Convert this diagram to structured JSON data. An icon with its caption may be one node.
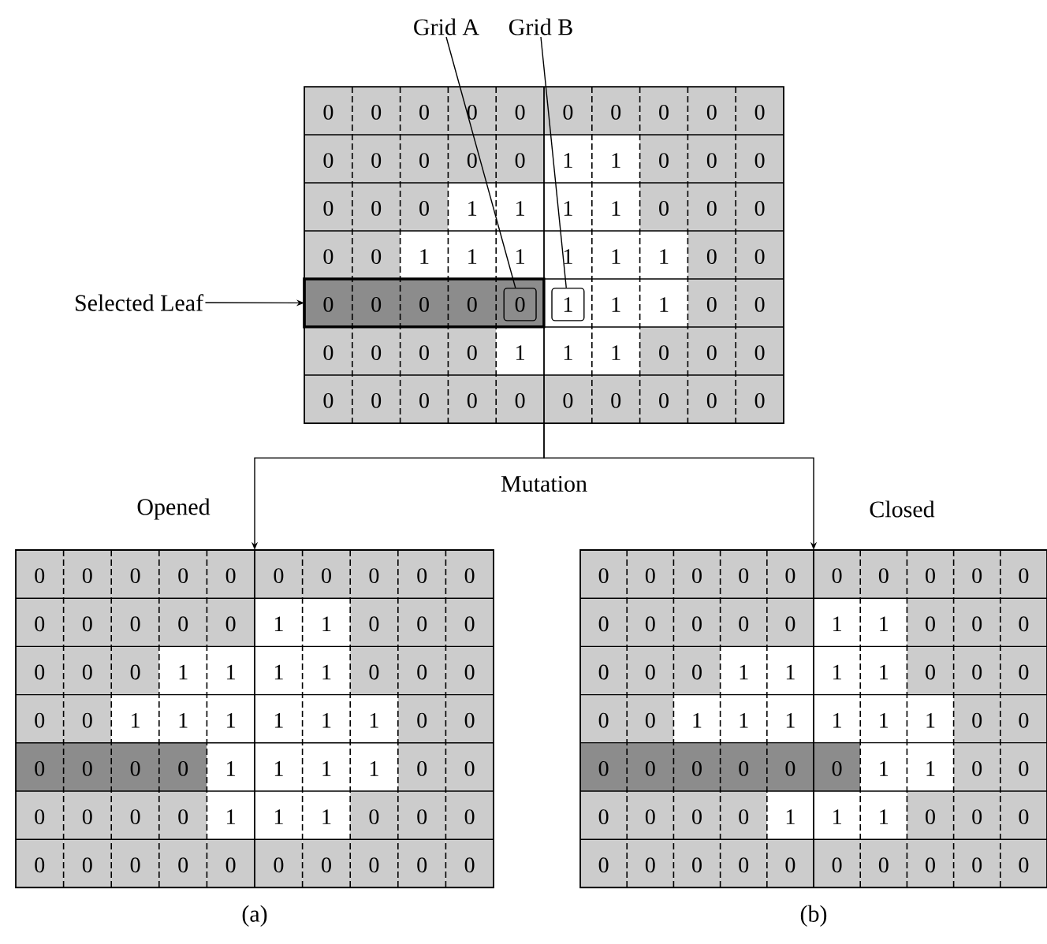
{
  "diagram": {
    "nodes": [
      {
        "text": [
          "Grid A"
        ]
      },
      {
        "text": [
          "Grid B"
        ]
      },
      {
        "text": [
          "Selected Leaf"
        ]
      },
      {
        "text": [],
        "shape": "box"
      },
      {
        "text": [
          "0"
        ],
        "in": 3
      },
      {
        "text": [
          "0"
        ],
        "in": 3
      },
      {
        "text": [
          "0"
        ],
        "in": 3
      },
      {
        "text": [
          "0"
        ],
        "in": 3
      },
      {
        "text": [
          "0"
        ],
        "in": 3
      },
      {
        "text": [
          "0"
        ],
        "in": 3
      },
      {
        "text": [
          "0"
        ],
        "in": 3
      },
      {
        "text": [
          "0"
        ],
        "in": 3
      },
      {
        "text": [
          "0"
        ],
        "in": 3
      },
      {
        "text": [
          "0"
        ],
        "in": 3
      },
      {
        "text": [
          "0"
        ],
        "in": 3
      },
      {
        "text": [
          "0"
        ],
        "in": 3
      },
      {
        "text": [
          "0"
        ],
        "in": 3
      },
      {
        "text": [
          "0"
        ],
        "in": 3
      },
      {
        "text": [
          "0"
        ],
        "in": 3
      },
      {
        "text": [
          "1"
        ],
        "in": 3
      },
      {
        "text": [
          "1"
        ],
        "in": 3
      },
      {
        "text": [
          "0"
        ],
        "in": 3
      },
      {
        "text": [
          "0"
        ],
        "in": 3
      },
      {
        "text": [
          "0"
        ],
        "in": 3
      },
      {
        "text": [
          "0"
        ],
        "in": 3
      },
      {
        "text": [
          "0"
        ],
        "in": 3
      },
      {
        "text": [
          "0"
        ],
        "in": 3
      },
      {
        "text": [
          "1"
        ],
        "in": 3
      },
      {
        "text": [
          "1"
        ],
        "in": 3
      },
      {
        "text": [
          "1"
        ],
        "in": 3
      },
      {
        "text": [
          "1"
        ],
        "in": 3
      },
      {
        "text": [
          "0"
        ],
        "in": 3
      },
      {
        "text": [
          "0"
        ],
        "in": 3
      },
      {
        "text": [
          "0"
        ],
        "in": 3
      },
      {
        "text": [
          "0"
        ],
        "in": 3
      },
      {
        "text": [
          "0"
        ],
        "in": 3
      },
      {
        "text": [
          "1"
        ],
        "in": 3
      },
      {
        "text": [
          "1"
        ],
        "in": 3
      },
      {
        "text": [
          "1"
        ],
        "in": 3
      },
      {
        "text": [
          "1"
        ],
        "in": 3
      },
      {
        "text": [
          "1"
        ],
        "in": 3
      },
      {
        "text": [
          "1"
        ],
        "in": 3
      },
      {
        "text": [
          "0"
        ],
        "in": 3
      },
      {
        "text": [
          "0"
        ],
        "in": 3
      },
      {
        "text": [],
        "shape": "box",
        "in": 3
      },
      {
        "text": [
          "0"
        ],
        "in": 44
      },
      {
        "text": [
          "0"
        ],
        "in": 44
      },
      {
        "text": [
          "0"
        ],
        "in": 44
      },
      {
        "text": [
          "0"
        ],
        "in": 44
      },
      {
        "text": [
          "0"
        ],
        "in": 44
      },
      {
        "text": [
          "1"
        ],
        "in": 3
      },
      {
        "text": [
          "1"
        ],
        "in": 3
      },
      {
        "text": [
          "1"
        ],
        "in": 3
      },
      {
        "text": [
          "0"
        ],
        "in": 3
      },
      {
        "text": [
          "0"
        ],
        "in": 3
      },
      {
        "text": [
          "0"
        ],
        "in": 3
      },
      {
        "text": [
          "0"
        ],
        "in": 3
      },
      {
        "text": [
          "0"
        ],
        "in": 3
      },
      {
        "text": [
          "0"
        ],
        "in": 3
      },
      {
        "text": [
          "1"
        ],
        "in": 3
      },
      {
        "text": [
          "1"
        ],
        "in": 3
      },
      {
        "text": [
          "1"
        ],
        "in": 3
      },
      {
        "text": [
          "0"
        ],
        "in": 3
      },
      {
        "text": [
          "0"
        ],
        "in": 3
      },
      {
        "text": [
          "0"
        ],
        "in": 3
      },
      {
        "text": [
          "0"
        ],
        "in": 3
      },
      {
        "text": [
          "0"
        ],
        "in": 3
      },
      {
        "text": [
          "0"
        ],
        "in": 3
      },
      {
        "text": [
          "0"
        ],
        "in": 3
      },
      {
        "text": [
          "0"
        ],
        "in": 3
      },
      {
        "text": [
          "0"
        ],
        "in": 3
      },
      {
        "text": [
          "0"
        ],
        "in": 3
      },
      {
        "text": [
          "0"
        ],
        "in": 3
      },
      {
        "text": [
          "0"
        ],
        "in": 3
      },
      {
        "text": [
          "0"
        ],
        "in": 3
      },
      {
        "text": [],
        "shape": "box",
        "beside": [
          "(a)"
        ]
      },
      {
        "text": [
          "0"
        ],
        "in": 75
      },
      {
        "text": [
          "0"
        ],
        "in": 75
      },
      {
        "text": [
          "0"
        ],
        "in": 75
      },
      {
        "text": [
          "0"
        ],
        "in": 75
      },
      {
        "text": [
          "0"
        ],
        "in": 75
      },
      {
        "text": [
          "0"
        ],
        "in": 75
      },
      {
        "text": [
          "0"
        ],
        "in": 75
      },
      {
        "text": [
          "0"
        ],
        "in": 75
      },
      {
        "text": [
          "0"
        ],
        "in": 75
      },
      {
        "text": [
          "0"
        ],
        "in": 75
      },
      {
        "text": [
          "0"
        ],
        "in": 75
      },
      {
        "text": [
          "0"
        ],
        "in": 75
      },
      {
        "text": [
          "0"
        ],
        "in": 75
      },
      {
        "text": [
          "0"
        ],
        "in": 75
      },
      {
        "text": [
          "0"
        ],
        "in": 75
      },
      {
        "text": [
          "1"
        ],
        "in": 75
      },
      {
        "text": [
          "1"
        ],
        "in": 75
      },
      {
        "text": [
          "0"
        ],
        "in": 75
      },
      {
        "text": [
          "0"
        ],
        "in": 75
      },
      {
        "text": [
          "0"
        ],
        "in": 75
      },
      {
        "text": [
          "0"
        ],
        "in": 75
      },
      {
        "text": [
          "0"
        ],
        "in": 75
      },
      {
        "text": [
          "0"
        ],
        "in": 75
      },
      {
        "text": [
          "1"
        ],
        "in": 75
      },
      {
        "text": [
          "1"
        ],
        "in": 75
      },
      {
        "text": [
          "1"
        ],
        "in": 75
      },
      {
        "text": [
          "1"
        ],
        "in": 75
      },
      {
        "text": [
          "0"
        ],
        "in": 75
      },
      {
        "text": [
          "0"
        ],
        "in": 75
      },
      {
        "text": [
          "0"
        ],
        "in": 75
      },
      {
        "text": [
          "0"
        ],
        "in": 75
      },
      {
        "text": [
          "0"
        ],
        "in": 75
      },
      {
        "text": [
          "1"
        ],
        "in": 75
      },
      {
        "text": [
          "1"
        ],
        "in": 75
      },
      {
        "text": [
          "1"
        ],
        "in": 75
      },
      {
        "text": [
          "1"
        ],
        "in": 75
      },
      {
        "text": [
          "1"
        ],
        "in": 75
      },
      {
        "text": [
          "1"
        ],
        "in": 75
      },
      {
        "text": [
          "0"
        ],
        "in": 75
      },
      {
        "text": [
          "0"
        ],
        "in": 75
      },
      {
        "text": [],
        "shape": "box",
        "in": 75
      },
      {
        "text": [
          "0"
        ],
        "in": 116
      },
      {
        "text": [
          "0"
        ],
        "in": 116
      },
      {
        "text": [
          "0"
        ],
        "in": 116
      },
      {
        "text": [
          "0"
        ],
        "in": 116
      },
      {
        "text": [
          "1"
        ],
        "in": 75
      },
      {
        "text": [
          "1"
        ],
        "in": 75
      },
      {
        "text": [
          "1"
        ],
        "in": 75
      },
      {
        "text": [
          "1"
        ],
        "in": 75
      },
      {
        "text": [
          "0"
        ],
        "in": 75
      },
      {
        "text": [
          "0"
        ],
        "in": 75
      },
      {
        "text": [
          "0"
        ],
        "in": 75
      },
      {
        "text": [
          "0"
        ],
        "in": 75
      },
      {
        "text": [
          "0"
        ],
        "in": 75
      },
      {
        "text": [
          "0"
        ],
        "in": 75
      },
      {
        "text": [
          "1"
        ],
        "in": 75
      },
      {
        "text": [
          "1"
        ],
        "in": 75
      },
      {
        "text": [
          "1"
        ],
        "in": 75
      },
      {
        "text": [
          "0"
        ],
        "in": 75
      },
      {
        "text": [
          "0"
        ],
        "in": 75
      },
      {
        "text": [
          "0"
        ],
        "in": 75
      },
      {
        "text": [
          "0"
        ],
        "in": 75
      },
      {
        "text": [
          "0"
        ],
        "in": 75
      },
      {
        "text": [
          "0"
        ],
        "in": 75
      },
      {
        "text": [
          "0"
        ],
        "in": 75
      },
      {
        "text": [
          "0"
        ],
        "in": 75
      },
      {
        "text": [
          "0"
        ],
        "in": 75
      },
      {
        "text": [
          "0"
        ],
        "in": 75
      },
      {
        "text": [
          "0"
        ],
        "in": 75
      },
      {
        "text": [
          "0"
        ],
        "in": 75
      },
      {
        "text": [
          "0"
        ],
        "in": 75
      },
      {
        "text": [],
        "shape": "box",
        "beside": [
          "(b)"
        ]
      },
      {
        "text": [
          "0"
        ],
        "in": 147
      },
      {
        "text": [
          "0"
        ],
        "in": 147
      },
      {
        "text": [
          "0"
        ],
        "in": 147
      },
      {
        "text": [
          "0"
        ],
        "in": 147
      },
      {
        "text": [
          "0"
        ],
        "in": 147
      },
      {
        "text": [
          "0"
        ],
        "in": 147
      },
      {
        "text": [
          "0"
        ],
        "in": 147
      },
      {
        "text": [
          "0"
        ],
        "in": 147
      },
      {
        "text": [
          "0"
        ],
        "in": 147
      },
      {
        "text": [
          "0"
        ],
        "in": 147
      },
      {
        "text": [
          "0"
        ],
        "in": 147
      },
      {
        "text": [
          "0"
        ],
        "in": 147
      },
      {
        "text": [
          "0"
        ],
        "in": 147
      },
      {
        "text": [
          "0"
        ],
        "in": 147
      },
      {
        "text": [
          "0"
        ],
        "in": 147
      },
      {
        "text": [
          "1"
        ],
        "in": 147
      },
      {
        "text": [
          "1"
        ],
        "in": 147
      },
      {
        "text": [
          "0"
        ],
        "in": 147
      },
      {
        "text": [
          "0"
        ],
        "in": 147
      },
      {
        "text": [
          "0"
        ],
        "in": 147
      },
      {
        "text": [
          "0"
        ],
        "in": 147
      },
      {
        "text": [
          "0"
        ],
        "in": 147
      },
      {
        "text": [
          "0"
        ],
        "in": 147
      },
      {
        "text": [
          "1"
        ],
        "in": 147
      },
      {
        "text": [
          "1"
        ],
        "in": 147
      },
      {
        "text": [
          "1"
        ],
        "in": 147
      },
      {
        "text": [
          "1"
        ],
        "in": 147
      },
      {
        "text": [
          "0"
        ],
        "in": 147
      },
      {
        "text": [
          "0"
        ],
        "in": 147
      },
      {
        "text": [
          "0"
        ],
        "in": 147
      },
      {
        "text": [
          "0"
        ],
        "in": 147
      },
      {
        "text": [
          "0"
        ],
        "in": 147
      },
      {
        "text": [
          "1"
        ],
        "in": 147
      },
      {
        "text": [
          "1"
        ],
        "in": 147
      },
      {
        "text": [
          "1"
        ],
        "in": 147
      },
      {
        "text": [
          "1"
        ],
        "in": 147
      },
      {
        "text": [
          "1"
        ],
        "in": 147
      },
      {
        "text": [
          "1"
        ],
        "in": 147
      },
      {
        "text": [
          "0"
        ],
        "in": 147
      },
      {
        "text": [
          "0"
        ],
        "in": 147
      },
      {
        "text": [],
        "shape": "box",
        "in": 147
      },
      {
        "text": [
          "0"
        ],
        "in": 188
      },
      {
        "text": [
          "0"
        ],
        "in": 188
      },
      {
        "text": [
          "0"
        ],
        "in": 188
      },
      {
        "text": [
          "0"
        ],
        "in": 188
      },
      {
        "text": [
          "0"
        ],
        "in": 188
      },
      {
        "text": [
          "0"
        ],
        "in": 188
      },
      {
        "text": [
          "1"
        ],
        "in": 147
      },
      {
        "text": [
          "1"
        ],
        "in": 147
      },
      {
        "text": [
          "0"
        ],
        "in": 147
      },
      {
        "text": [
          "0"
        ],
        "in": 147
      },
      {
        "text": [
          "0"
        ],
        "in": 147
      },
      {
        "text": [
          "0"
        ],
        "in": 147
      },
      {
        "text": [
          "0"
        ],
        "in": 147
      },
      {
        "text": [
          "0"
        ],
        "in": 147
      },
      {
        "text": [
          "1"
        ],
        "in": 147
      },
      {
        "text": [
          "1"
        ],
        "in": 147
      },
      {
        "text": [
          "1"
        ],
        "in": 147
      },
      {
        "text": [
          "0"
        ],
        "in": 147
      },
      {
        "text": [
          "0"
        ],
        "in": 147
      },
      {
        "text": [
          "0"
        ],
        "in": 147
      },
      {
        "text": [
          "0"
        ],
        "in": 147
      },
      {
        "text": [
          "0"
        ],
        "in": 147
      },
      {
        "text": [
          "0"
        ],
        "in": 147
      },
      {
        "text": [
          "0"
        ],
        "in": 147
      },
      {
        "text": [
          "0"
        ],
        "in": 147
      },
      {
        "text": [
          "0"
        ],
        "in": 147
      },
      {
        "text": [
          "0"
        ],
        "in": 147
      },
      {
        "text": [
          "0"
        ],
        "in": 147
      },
      {
        "text": [
          "0"
        ],
        "in": 147
      },
      {
        "text": [
          "0"
        ],
        "in": 147
      }
    ],
    "edges": [
      {
        "from": 0,
        "to": 49,
        "arrow": "none"
      },
      {
        "from": 1,
        "to": 50,
        "arrow": "none"
      },
      {
        "from": 2,
        "to": 44,
        "arrow": "to"
      },
      {
        "from": 3,
        "to": 75,
        "arrow": "to",
        "label": "Opened"
      },
      {
        "from": 3,
        "to": 147,
        "arrow": "to",
        "label": "Closed"
      }
    ],
    "labels": [
      "Mutation"
    ]
  }
}
